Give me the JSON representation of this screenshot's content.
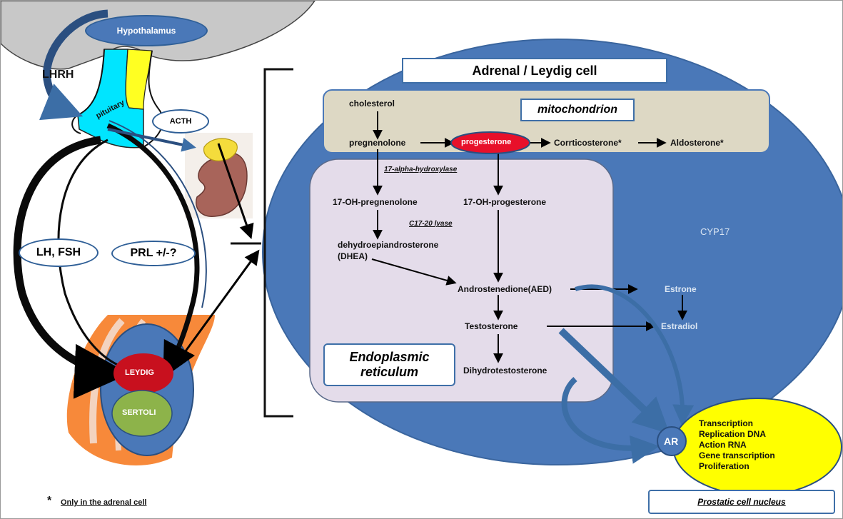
{
  "hypothalamus": "Hypothalamus",
  "lhrh": "LHRH",
  "pituitary": "pituitary",
  "acth": "ACTH",
  "lh_fsh": "LH, FSH",
  "prl": "PRL +/-?",
  "leydig": "LEYDIG",
  "sertoli": "SERTOLI",
  "cell_title": "Adrenal / Leydig cell",
  "mitochondrion": "mitochondrion",
  "er": "Endoplasmic reticulum",
  "cyp17": "CYP17",
  "molecules": {
    "cholesterol": "cholesterol",
    "pregnenolone": "pregnenolone",
    "progesterone": "progesterone",
    "corticosterone": "Corrticosterone*",
    "aldosterone": "Aldosterone*",
    "oh_pregnenolone": "17-OH-pregnenolone",
    "oh_progesterone": "17-OH-progesterone",
    "dhea_line1": "dehydroepiandrosterone",
    "dhea_line2": "(DHEA)",
    "aed": "Androstenedione(AED)",
    "testosterone": "Testosterone",
    "dht": "Dihydrotestosterone",
    "estrone": "Estrone",
    "estradiol": "Estradiol"
  },
  "enzymes": {
    "hydroxylase": "17-alpha-hydroxylase",
    "lyase": "C17-20 lyase"
  },
  "ar": "AR",
  "nucleus_items": [
    "Transcription",
    "Replication DNA",
    "Action RNA",
    "Gene transcription",
    "Proliferation"
  ],
  "nucleus_label": "Prostatic cell nucleus",
  "footnote_star": "*",
  "footnote": "Only in the adrenal cell",
  "colors": {
    "cell_blue": "#4a78b8",
    "mito_beige": "#ddd8c4",
    "er_lilac": "#e4dcea",
    "progesterone_red": "#e8102a",
    "leydig_red": "#c8101e",
    "sertoli_green": "#8db34a",
    "nucleus_yellow": "#ffff00",
    "pituitary_cyan": "#00e5ff",
    "pituitary_yellow": "#ffff22",
    "testis_orange": "#f7893a"
  }
}
